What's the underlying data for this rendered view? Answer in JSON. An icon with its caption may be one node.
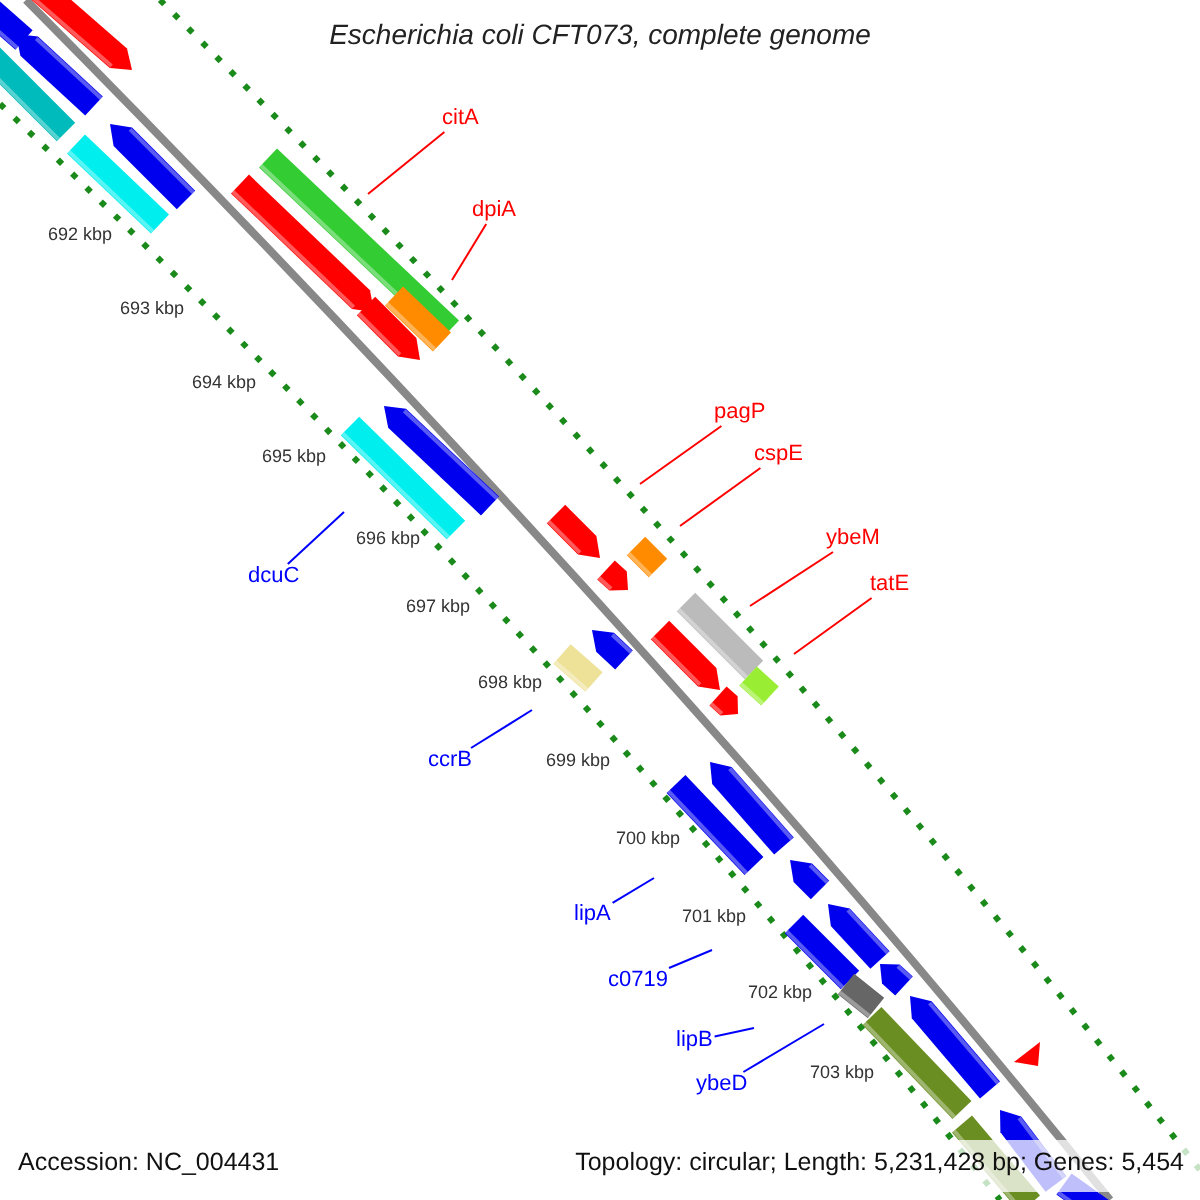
{
  "diagram": {
    "title": "Escherichia coli CFT073, complete genome",
    "nodes": [
      {
        "text": [
          "citA"
        ]
      },
      {
        "text": [
          "dpiA"
        ]
      },
      {
        "text": [
          "pagP"
        ]
      },
      {
        "text": [
          "cspE"
        ]
      },
      {
        "text": [
          "ybeM"
        ]
      },
      {
        "text": [
          "tatE"
        ]
      },
      {
        "text": [
          "dcuC"
        ]
      },
      {
        "text": [
          "ccrB"
        ]
      },
      {
        "text": [
          "lipA"
        ]
      },
      {
        "text": [
          "c0719"
        ]
      },
      {
        "text": [
          "lipB"
        ]
      },
      {
        "text": [
          "ybeD"
        ]
      }
    ],
    "edges": [
      {
        "from": 0,
        "to": null,
        "arrow": "none",
        "color": "#ff0000"
      },
      {
        "from": 1,
        "to": null,
        "arrow": "none",
        "color": "#ff0000"
      },
      {
        "from": 2,
        "to": null,
        "arrow": "none",
        "color": "#ff0000"
      },
      {
        "from": 3,
        "to": null,
        "arrow": "none",
        "color": "#ff0000"
      },
      {
        "from": 4,
        "to": null,
        "arrow": "none",
        "color": "#ff0000"
      },
      {
        "from": 5,
        "to": null,
        "arrow": "none",
        "color": "#ff0000"
      },
      {
        "from": 6,
        "to": null,
        "arrow": "none",
        "color": "#0000ff"
      },
      {
        "from": 7,
        "to": null,
        "arrow": "none",
        "color": "#0000ff"
      },
      {
        "from": 8,
        "to": null,
        "arrow": "none",
        "color": "#0000ff"
      },
      {
        "from": 9,
        "to": null,
        "arrow": "none",
        "color": "#0000ff"
      },
      {
        "from": 10,
        "to": null,
        "arrow": "none",
        "color": "#0000ff"
      },
      {
        "from": 11,
        "to": null,
        "arrow": "none",
        "color": "#0000ff"
      }
    ],
    "labels": [
      "692 kbp",
      "693 kbp",
      "694 kbp",
      "695 kbp",
      "696 kbp",
      "697 kbp",
      "698 kbp",
      "699 kbp",
      "700 kbp",
      "701 kbp",
      "702 kbp",
      "703 kbp",
      "Accession: NC_004431",
      "Topology: circular; Length: 5,231,428 bp; Genes: 5,454"
    ]
  }
}
